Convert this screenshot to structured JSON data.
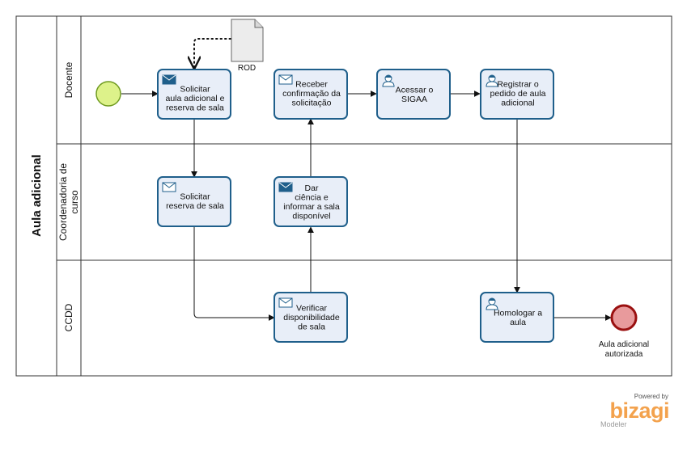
{
  "pool": {
    "title": "Aula adicional"
  },
  "lanes": [
    {
      "id": "docente",
      "label": [
        "Docente"
      ]
    },
    {
      "id": "coord",
      "label": [
        "Coordenadoria de",
        "curso"
      ]
    },
    {
      "id": "ccdd",
      "label": [
        "CCDD"
      ]
    }
  ],
  "tasks": [
    {
      "id": "t1",
      "type": "send",
      "lines": [
        "Solicitar",
        "aula adicional e",
        "reserva de sala"
      ]
    },
    {
      "id": "t2",
      "type": "receive",
      "lines": [
        "Receber",
        "confirmação da",
        "solicitação"
      ]
    },
    {
      "id": "t3",
      "type": "user",
      "lines": [
        "Acessar o",
        "SIGAA"
      ]
    },
    {
      "id": "t4",
      "type": "user",
      "lines": [
        "Registrar o",
        "pedido de aula",
        "adicional"
      ]
    },
    {
      "id": "t5",
      "type": "receive",
      "lines": [
        "Solicitar",
        "reserva de sala"
      ]
    },
    {
      "id": "t6",
      "type": "send",
      "lines": [
        "Dar",
        "ciência e",
        "informar a sala",
        "disponível"
      ]
    },
    {
      "id": "t7",
      "type": "receive",
      "lines": [
        "Verificar",
        "disponibilidade",
        "de sala"
      ]
    },
    {
      "id": "t8",
      "type": "user",
      "lines": [
        "Homologar a",
        "aula"
      ]
    }
  ],
  "artifact": {
    "label": "ROD"
  },
  "end_event": {
    "lines": [
      "Aula adicional",
      "autorizada"
    ]
  },
  "branding": {
    "powered": "Powered by",
    "name": "bizagi",
    "product": "Modeler"
  },
  "colors": {
    "task_fill": "#e8eef8",
    "task_stroke": "#1f5f8b",
    "start_fill": "#ddf28a",
    "start_stroke": "#6f9a1f",
    "end_fill": "#e89a9c",
    "end_stroke": "#9a1010",
    "brand": "#f3a24d"
  }
}
